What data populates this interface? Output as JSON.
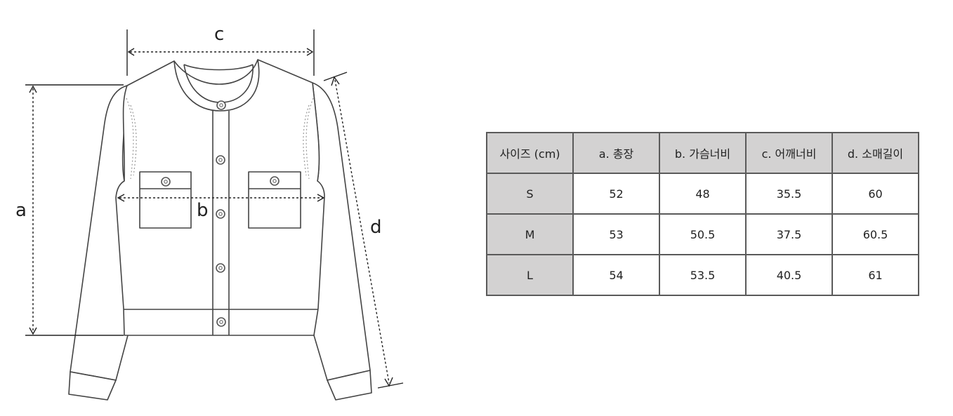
{
  "diagram": {
    "labels": {
      "a": "a",
      "b": "b",
      "c": "c",
      "d": "d"
    }
  },
  "size_table": {
    "headers": [
      "사이즈 (cm)",
      "a. 총장",
      "b. 가슴너비",
      "c. 어깨너비",
      "d. 소매길이"
    ],
    "rows": [
      {
        "size": "S",
        "values": [
          "52",
          "48",
          "35.5",
          "60"
        ]
      },
      {
        "size": "M",
        "values": [
          "53",
          "50.5",
          "37.5",
          "60.5"
        ]
      },
      {
        "size": "L",
        "values": [
          "54",
          "53.5",
          "40.5",
          "61"
        ]
      }
    ]
  }
}
